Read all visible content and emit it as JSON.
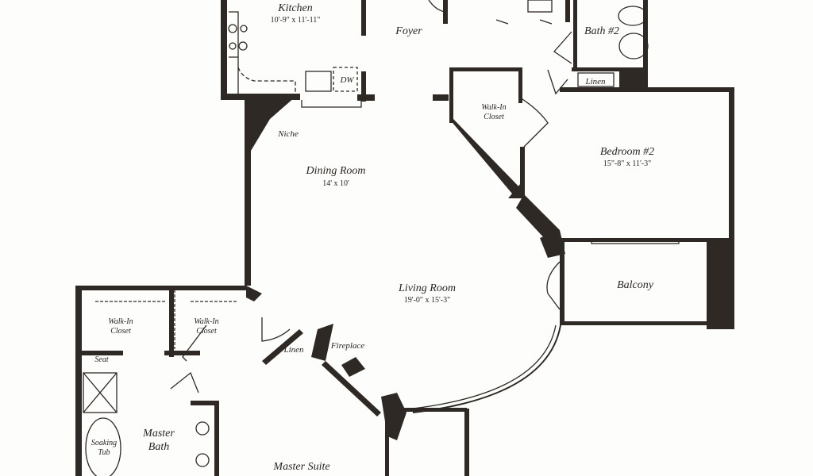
{
  "rooms": {
    "kitchen": {
      "name": "Kitchen",
      "dims": "10'-9\" x 11'-11\""
    },
    "dw": "DW",
    "foyer": "Foyer",
    "bath2": "Bath #2",
    "linen_top": "Linen",
    "walkin_bed2": "Walk-In\nCloset",
    "bedroom2": {
      "name": "Bedroom #2",
      "dims": "15\"-8\" x 11'-3\""
    },
    "niche": "Niche",
    "dining": {
      "name": "Dining Room",
      "dims": "14' x 10'"
    },
    "living": {
      "name": "Living Room",
      "dims": "19'-0\" x 15'-3\""
    },
    "balcony": "Balcony",
    "walkin_a": "Walk-In\nCloset",
    "walkin_b": "Walk-In\nCloset",
    "linen_mid": "Linen",
    "fireplace": "Fireplace",
    "seat": "Seat",
    "tub": "Soaking\nTub",
    "master_bath": "Master\nBath",
    "master_suite": "Master Suite"
  },
  "colors": {
    "wall": "#2e2925",
    "paper": "#fdfdfb"
  }
}
